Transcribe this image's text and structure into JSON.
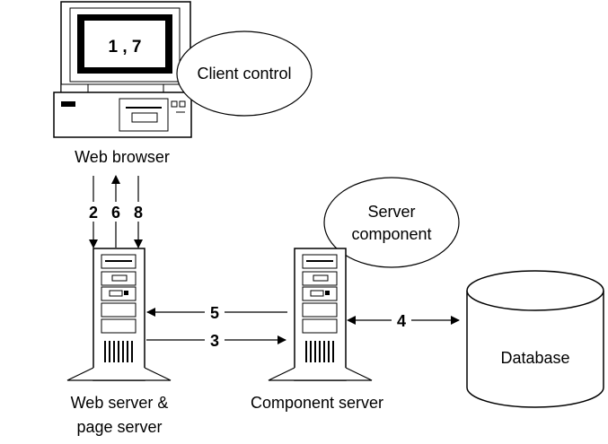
{
  "client": {
    "screen_text": "1 , 7",
    "bubble_label": "Client control",
    "caption": "Web browser"
  },
  "webserver": {
    "caption_line1": "Web server &",
    "caption_line2": "page server"
  },
  "component": {
    "bubble_line1": "Server",
    "bubble_line2": "component",
    "caption": "Component server"
  },
  "database": {
    "label": "Database"
  },
  "steps": {
    "s2": "2",
    "s3": "3",
    "s4": "4",
    "s5": "5",
    "s6": "6",
    "s8": "8"
  }
}
